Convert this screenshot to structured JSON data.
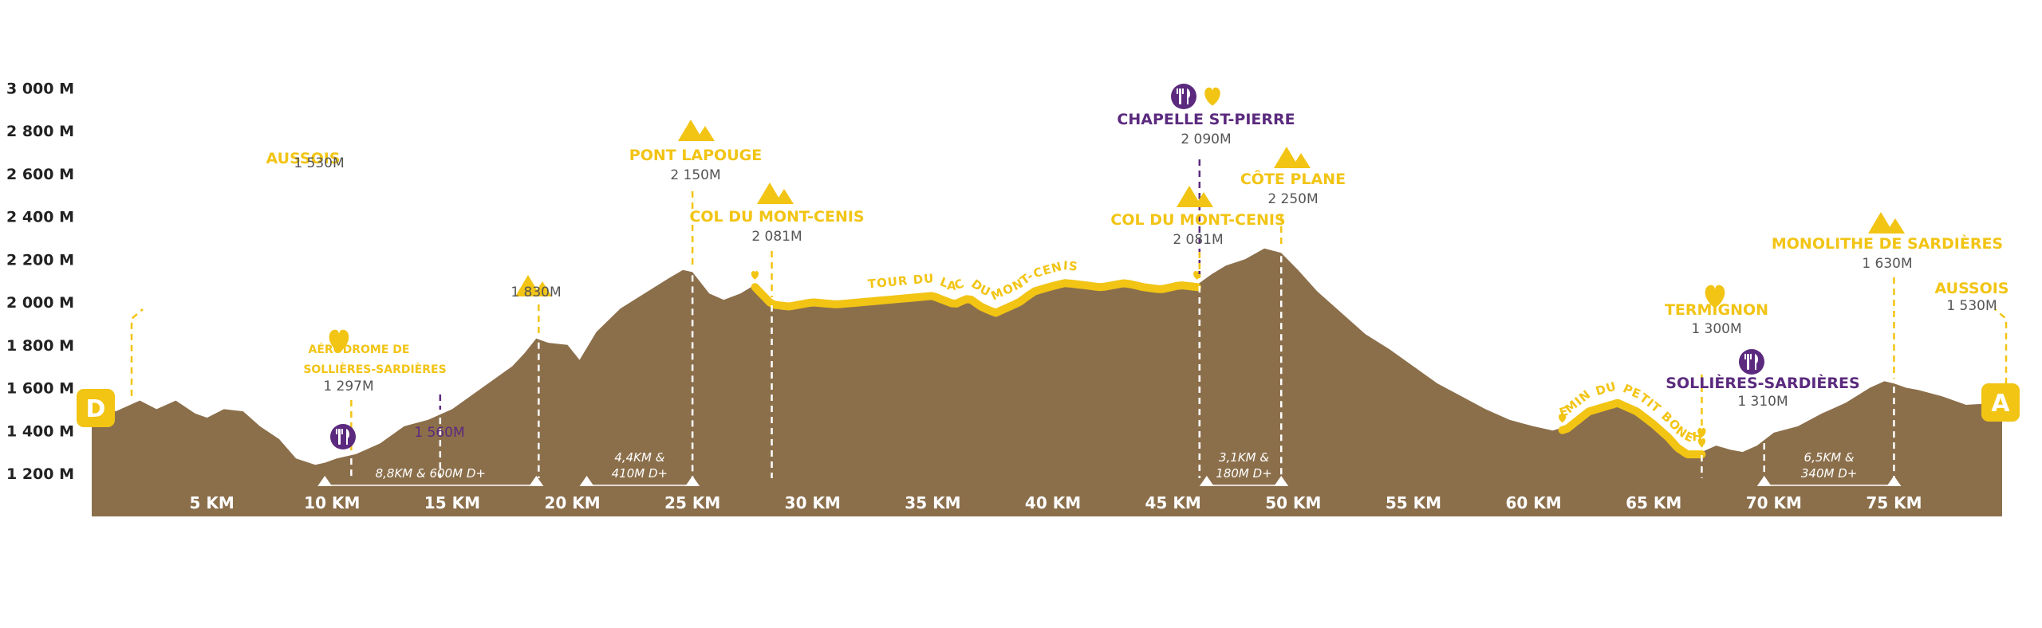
{
  "colors": {
    "terrain": "#8B6F4B",
    "accent": "#F2C414",
    "purple": "#5B2A7E",
    "text": "#222222",
    "altitude_text": "#555555"
  },
  "chart_data": {
    "type": "area",
    "title": "",
    "xlabel": "",
    "ylabel": "",
    "xlim": [
      0,
      79.5
    ],
    "ylim": [
      1000,
      3000
    ],
    "y_ticks": [
      "1 200 M",
      "1 400 M",
      "1 600 M",
      "1 800 M",
      "2 000 M",
      "2 200 M",
      "2 400 M",
      "2 600 M",
      "2 800 M",
      "3 000 M"
    ],
    "y_tick_values": [
      1200,
      1400,
      1600,
      1800,
      2000,
      2200,
      2400,
      2600,
      2800,
      3000
    ],
    "x_ticks": [
      "5 KM",
      "10 KM",
      "15 KM",
      "20 KM",
      "25 KM",
      "30 KM",
      "35 KM",
      "40 KM",
      "45 KM",
      "50 KM",
      "55 KM",
      "60 KM",
      "65 KM",
      "70 KM",
      "75 KM"
    ],
    "x_tick_values": [
      5,
      10,
      15,
      20,
      25,
      30,
      35,
      40,
      45,
      50,
      55,
      60,
      65,
      70,
      75
    ],
    "series": [
      {
        "x": [
          0,
          1,
          2,
          2.7,
          3.5,
          4.3,
          4.8,
          5.5,
          6.3,
          7,
          7.8,
          8.5,
          9.3,
          9.7,
          10.2,
          11,
          12,
          13,
          14,
          15,
          16,
          17,
          17.5,
          18,
          18.5,
          19,
          19.8,
          20.3,
          21,
          22,
          23,
          24,
          24.6,
          25,
          25.7,
          26.3,
          27,
          27.6,
          28.3,
          29,
          30,
          31,
          32,
          33,
          34,
          35,
          35.9,
          36.5,
          37,
          37.6,
          38,
          38.6,
          39.2,
          39.8,
          40.5,
          41.3,
          42,
          43,
          43.8,
          44.5,
          45.3,
          46,
          46.6,
          47.2,
          48,
          48.8,
          49.5,
          50.2,
          51,
          52,
          53,
          54,
          55,
          56,
          57,
          58,
          59,
          60,
          60.8,
          61.4,
          62.3,
          63.5,
          64.3,
          65,
          65.6,
          66,
          66.4,
          67,
          67.6,
          68.2,
          68.7,
          69.3,
          70,
          71,
          72,
          73,
          74,
          74.6,
          75,
          75.5,
          76,
          77,
          78,
          79.5
        ],
        "y": [
          1530,
          1490,
          1540,
          1500,
          1540,
          1480,
          1460,
          1500,
          1490,
          1420,
          1360,
          1270,
          1240,
          1250,
          1270,
          1290,
          1340,
          1420,
          1450,
          1500,
          1580,
          1660,
          1700,
          1760,
          1830,
          1810,
          1800,
          1730,
          1860,
          1970,
          2040,
          2110,
          2150,
          2140,
          2040,
          2010,
          2040,
          2081,
          2000,
          1990,
          2010,
          2000,
          2010,
          2020,
          2030,
          2040,
          2000,
          2030,
          1990,
          1960,
          1980,
          2010,
          2060,
          2080,
          2100,
          2090,
          2080,
          2100,
          2080,
          2070,
          2090,
          2081,
          2130,
          2170,
          2200,
          2250,
          2230,
          2150,
          2050,
          1950,
          1850,
          1780,
          1700,
          1620,
          1560,
          1500,
          1450,
          1420,
          1400,
          1420,
          1500,
          1540,
          1500,
          1440,
          1380,
          1330,
          1300,
          1300,
          1330,
          1310,
          1300,
          1330,
          1390,
          1420,
          1480,
          1530,
          1600,
          1630,
          1620,
          1600,
          1590,
          1560,
          1520,
          1530
        ]
      }
    ],
    "highlights": [
      {
        "from": 27.6,
        "to": 46.0,
        "label": "TOUR DU LAC DU MONT-CENIS"
      },
      {
        "from": 61.2,
        "to": 67.0,
        "label": "CHEMIN DU PETIT BONEHUR"
      }
    ],
    "segments": [
      {
        "from": 9.7,
        "to": 18.5,
        "label_lines": [
          "8,8KM & 600M D+"
        ]
      },
      {
        "from": 20.6,
        "to": 25.0,
        "label_lines": [
          "4,4KM &",
          "410M D+"
        ]
      },
      {
        "from": 46.4,
        "to": 49.5,
        "label_lines": [
          "3,1KM &",
          "180M D+"
        ]
      },
      {
        "from": 69.6,
        "to": 75.0,
        "label_lines": [
          "6,5KM &",
          "340M D+"
        ]
      }
    ],
    "waypoints": [
      {
        "name": "AUSSOIS",
        "alt": "1 530M",
        "icon": "none",
        "style": "start"
      },
      {
        "name": "AÉRODROME DE SOLLIÈRES-SARDIÈRES",
        "name_lines": [
          "AÉRODROME DE",
          "SOLLIÈRES-SARDIÈRES"
        ],
        "alt": "1 297M",
        "icon": "heart"
      },
      {
        "name": "",
        "alt": "1 560M",
        "icon": "food"
      },
      {
        "name": "",
        "alt": "1 830M",
        "icon": "mountain"
      },
      {
        "name": "PONT LAPOUGE",
        "alt": "2 150M",
        "icon": "mountain"
      },
      {
        "name": "COL DU MONT-CENIS",
        "alt": "2 081M",
        "icon": "mountain"
      },
      {
        "name": "CHAPELLE ST-PIERRE",
        "alt": "2 090M",
        "icon": "food-heart"
      },
      {
        "name": "COL DU MONT-CENIS",
        "alt": "2 081M",
        "icon": "mountain"
      },
      {
        "name": "CÔTE PLANE",
        "alt": "2 250M",
        "icon": "mountain"
      },
      {
        "name": "TERMIGNON",
        "alt": "1 300M",
        "icon": "heart"
      },
      {
        "name": "SOLLIÈRES-SARDIÈRES",
        "alt": "1 310M",
        "icon": "food"
      },
      {
        "name": "MONOLITHE DE SARDIÈRES",
        "alt": "1 630M",
        "icon": "mountain"
      },
      {
        "name": "AUSSOIS",
        "alt": "1 530M",
        "icon": "none",
        "style": "end"
      }
    ],
    "start_badge": "D",
    "end_badge": "A"
  }
}
